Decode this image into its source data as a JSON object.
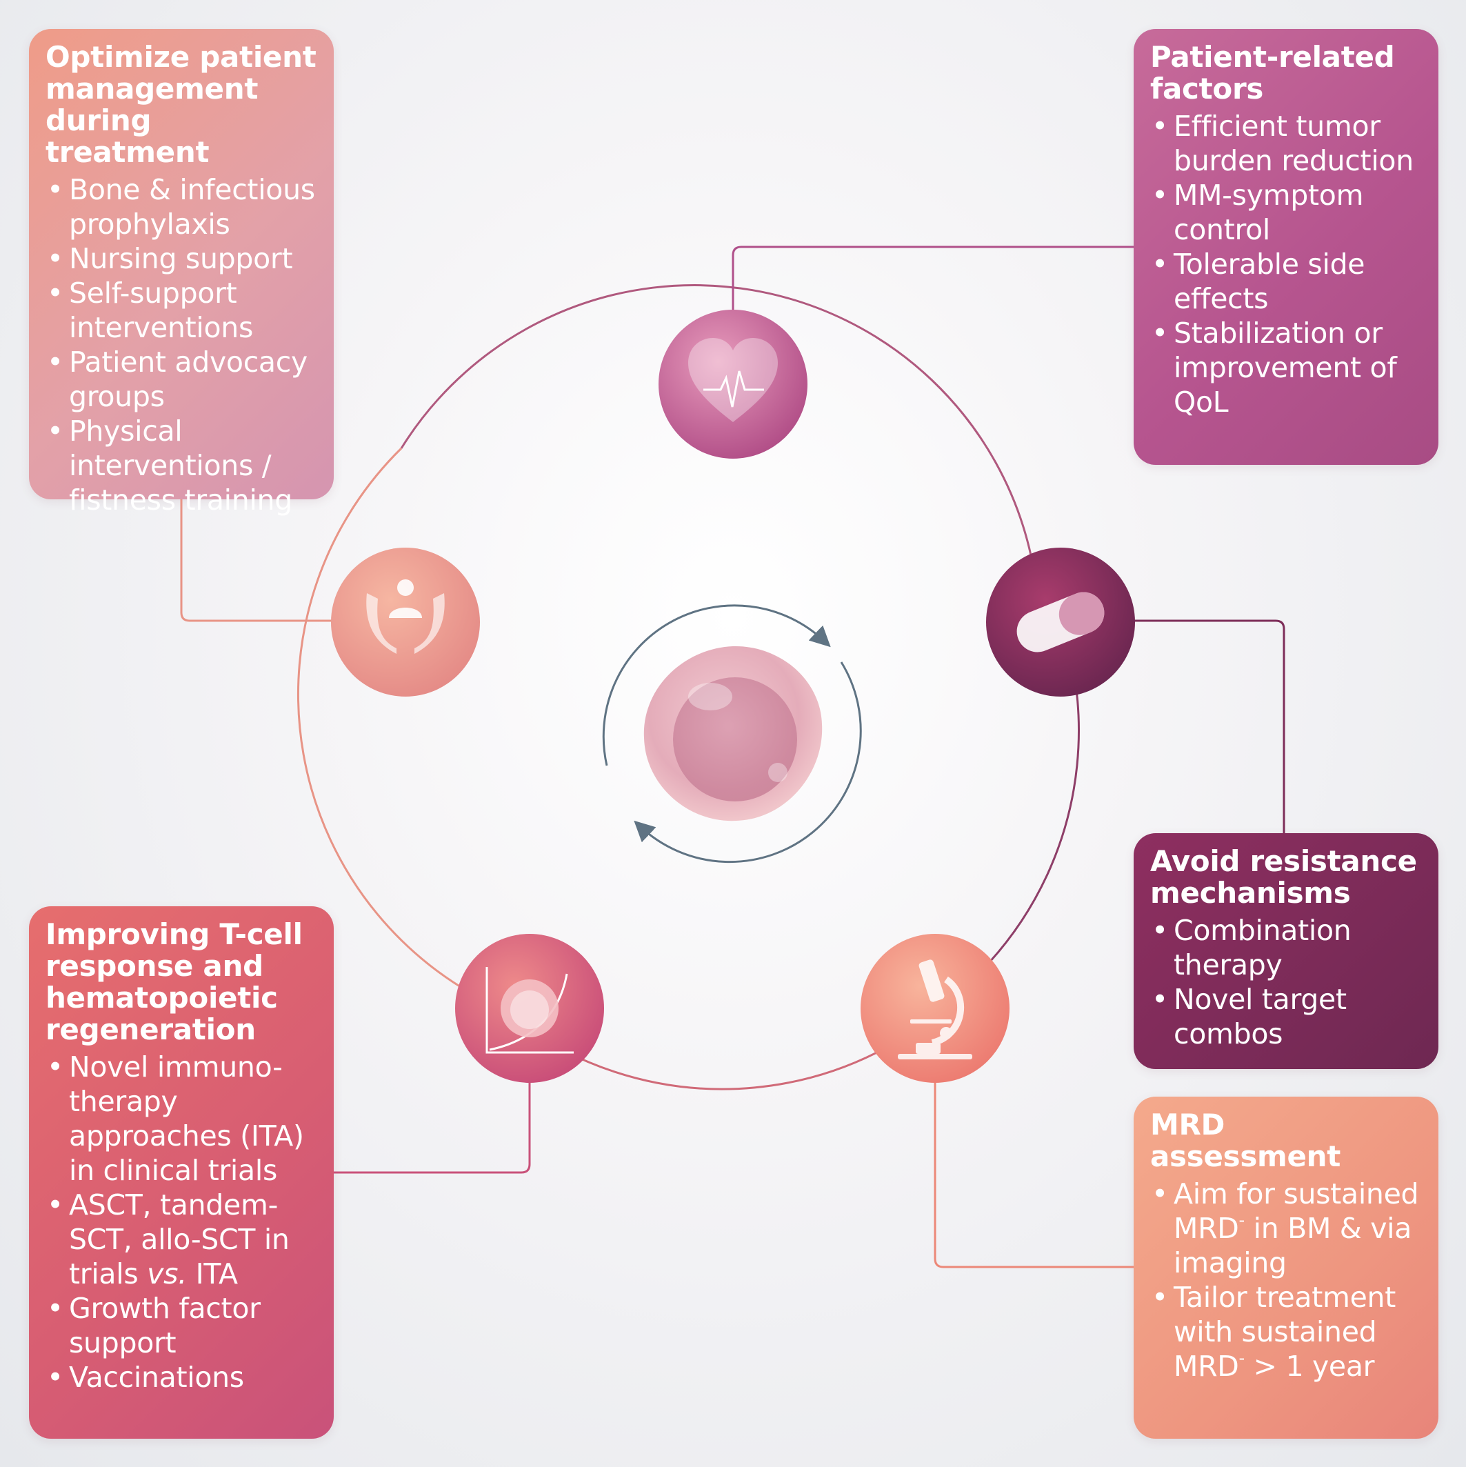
{
  "cards": {
    "optimize": {
      "title": "Optimize patient management during treatment",
      "items": [
        "Bone & infectious prophylaxis",
        "Nursing support",
        "Self-support interventions",
        "Patient advocacy groups",
        "Physical interventions / fistness training"
      ]
    },
    "patient": {
      "title": "Patient-related factors",
      "items": [
        "Efficient tumor burden reduction",
        "MM-symptom control",
        "Tolerable side effects",
        "Stabilization or improvement of QoL"
      ]
    },
    "resist": {
      "title": "Avoid resistance mechanisms",
      "items": [
        "Combination therapy",
        "Novel target combos"
      ]
    },
    "mrd": {
      "title": "MRD assessment",
      "items": [
        {
          "text": "Aim for sustained MRD",
          "sup": "-",
          "tail": " in BM & via imaging"
        },
        {
          "text": "Tailor treatment with sustained MRD",
          "sup": "-",
          "tail": " > 1 year"
        }
      ]
    },
    "tcell": {
      "title": "Improving T-cell response and hematopoietic regeneration",
      "items": [
        {
          "text": "Novel immuno-therapy approaches (ITA) in clinical trials"
        },
        {
          "text": "ASCT, tandem-SCT, allo-SCT in trials ",
          "em": "vs.",
          "tail": " ITA"
        },
        {
          "text": "Growth factor support"
        },
        {
          "text": "Vaccinations"
        }
      ]
    }
  },
  "icons": [
    "heart-pulse-icon",
    "pill-capsule-icon",
    "microscope-icon",
    "growth-chart-cell-icon",
    "hands-person-icon",
    "myeloma-cell-icon"
  ],
  "colors": {
    "ring_line": "#a85a80",
    "cycle_arrows": "#5f7383",
    "heart_node": "#c05a90",
    "pill_node": "#7d2d58",
    "microscope_node": "#f08878",
    "chart_node": "#d2557a",
    "hands_node": "#ec9a8a"
  }
}
